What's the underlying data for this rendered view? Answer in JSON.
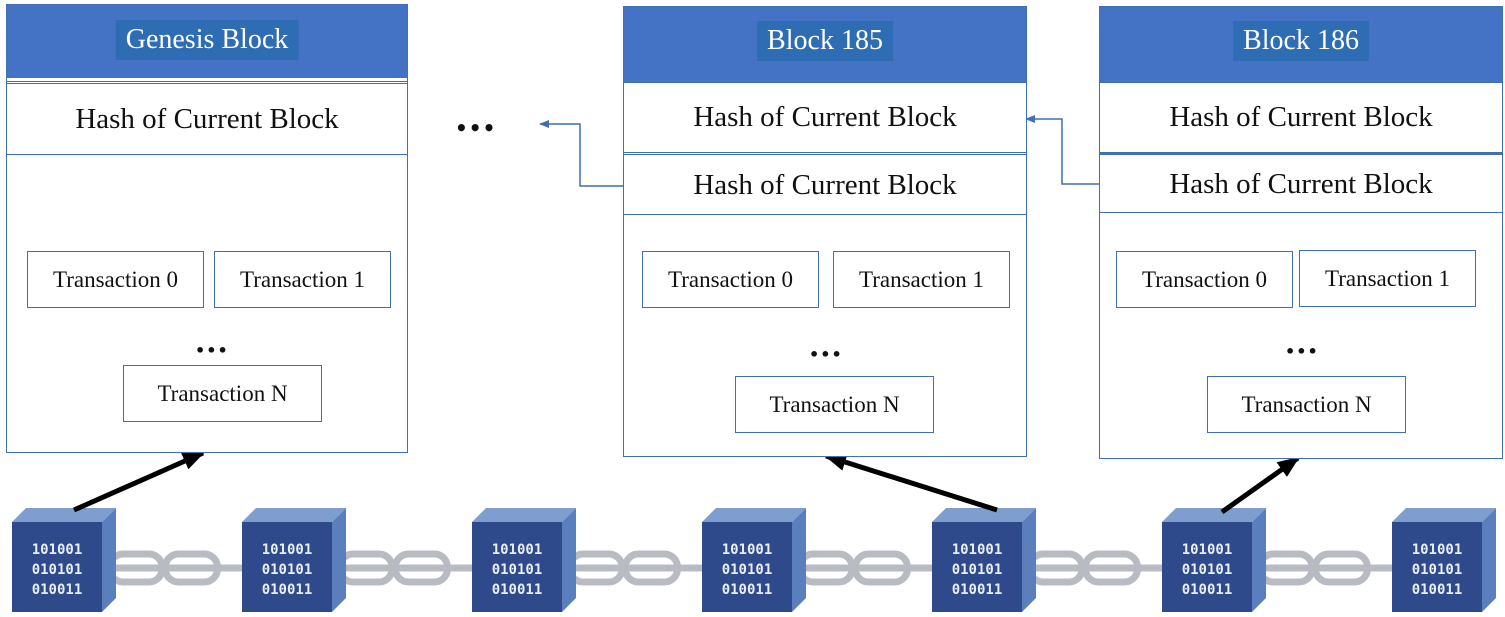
{
  "blocks": [
    {
      "title": "Genesis Block",
      "hash_current": "Hash of Current Block",
      "transactions": [
        "Transaction 0",
        "Transaction 1"
      ],
      "ellipsis": "•••",
      "last_transaction": "Transaction N"
    },
    {
      "title": "Block 185",
      "hash_current": "Hash of Current Block",
      "hash_previous": "Hash of Current Block",
      "transactions": [
        "Transaction 0",
        "Transaction 1"
      ],
      "ellipsis": "•••",
      "last_transaction": "Transaction N"
    },
    {
      "title": "Block 186",
      "hash_current": "Hash of Current Block",
      "hash_previous": "Hash of Current Block",
      "transactions": [
        "Transaction 0",
        "Transaction 1"
      ],
      "ellipsis": "•••",
      "last_transaction": "Transaction N"
    }
  ],
  "gap_ellipsis": "•••",
  "chain": {
    "cube_lines": [
      "101001",
      "010101",
      "010011"
    ],
    "cube_count": 7
  },
  "colors": {
    "header": "#4472c4",
    "title_box": "#2e6db4",
    "border": "#3f6fb6",
    "cube_front": "#2f4a8a",
    "chain": "#b8bcc2"
  }
}
